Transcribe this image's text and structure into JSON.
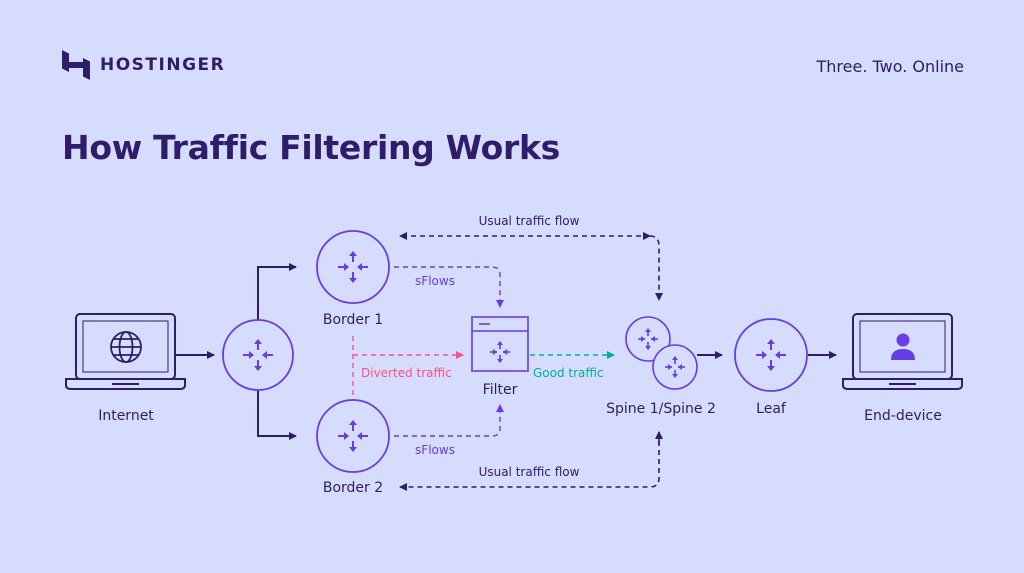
{
  "brand": {
    "name": "HOSTINGER",
    "tagline": "Three. Two. Online"
  },
  "title": "How Traffic Filtering Works",
  "nodes": {
    "internet": "Internet",
    "border1": "Border 1",
    "border2": "Border 2",
    "filter": "Filter",
    "spine": "Spine 1/Spine 2",
    "leaf": "Leaf",
    "end_device": "End-device"
  },
  "edges": {
    "usual_top": "Usual traffic flow",
    "usual_bottom": "Usual traffic flow",
    "sflows_top": "sFlows",
    "sflows_bottom": "sFlows",
    "diverted": "Diverted traffic",
    "good": "Good traffic"
  },
  "colors": {
    "background": "#d6dcfd",
    "dark": "#2f1c6a",
    "accent": "#673de6",
    "diverted": "#fc5185",
    "good": "#00b090"
  }
}
